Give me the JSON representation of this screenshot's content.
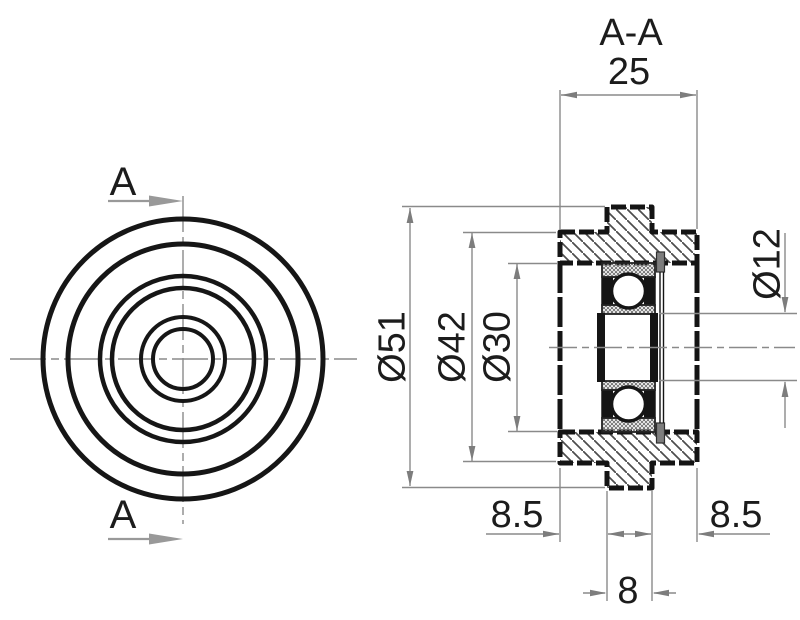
{
  "drawing": {
    "title": "A-A",
    "section_cut": {
      "label_top": "A",
      "label_bottom": "A"
    },
    "dimensions": {
      "total_width": "25",
      "outer_diameter": "Ø51",
      "body_diameter": "Ø42",
      "bearing_diameter": "Ø30",
      "bore_diameter": "Ø12",
      "left_offset": "8.5",
      "right_offset": "8.5",
      "rib_width": "8"
    },
    "colors": {
      "outline": "#141414",
      "dimension_lines": "#8a8a8a",
      "text": "#1c1c1c",
      "section_arrow": "#999999",
      "circlip": "#7d7d7d",
      "background": "#ffffff"
    }
  }
}
